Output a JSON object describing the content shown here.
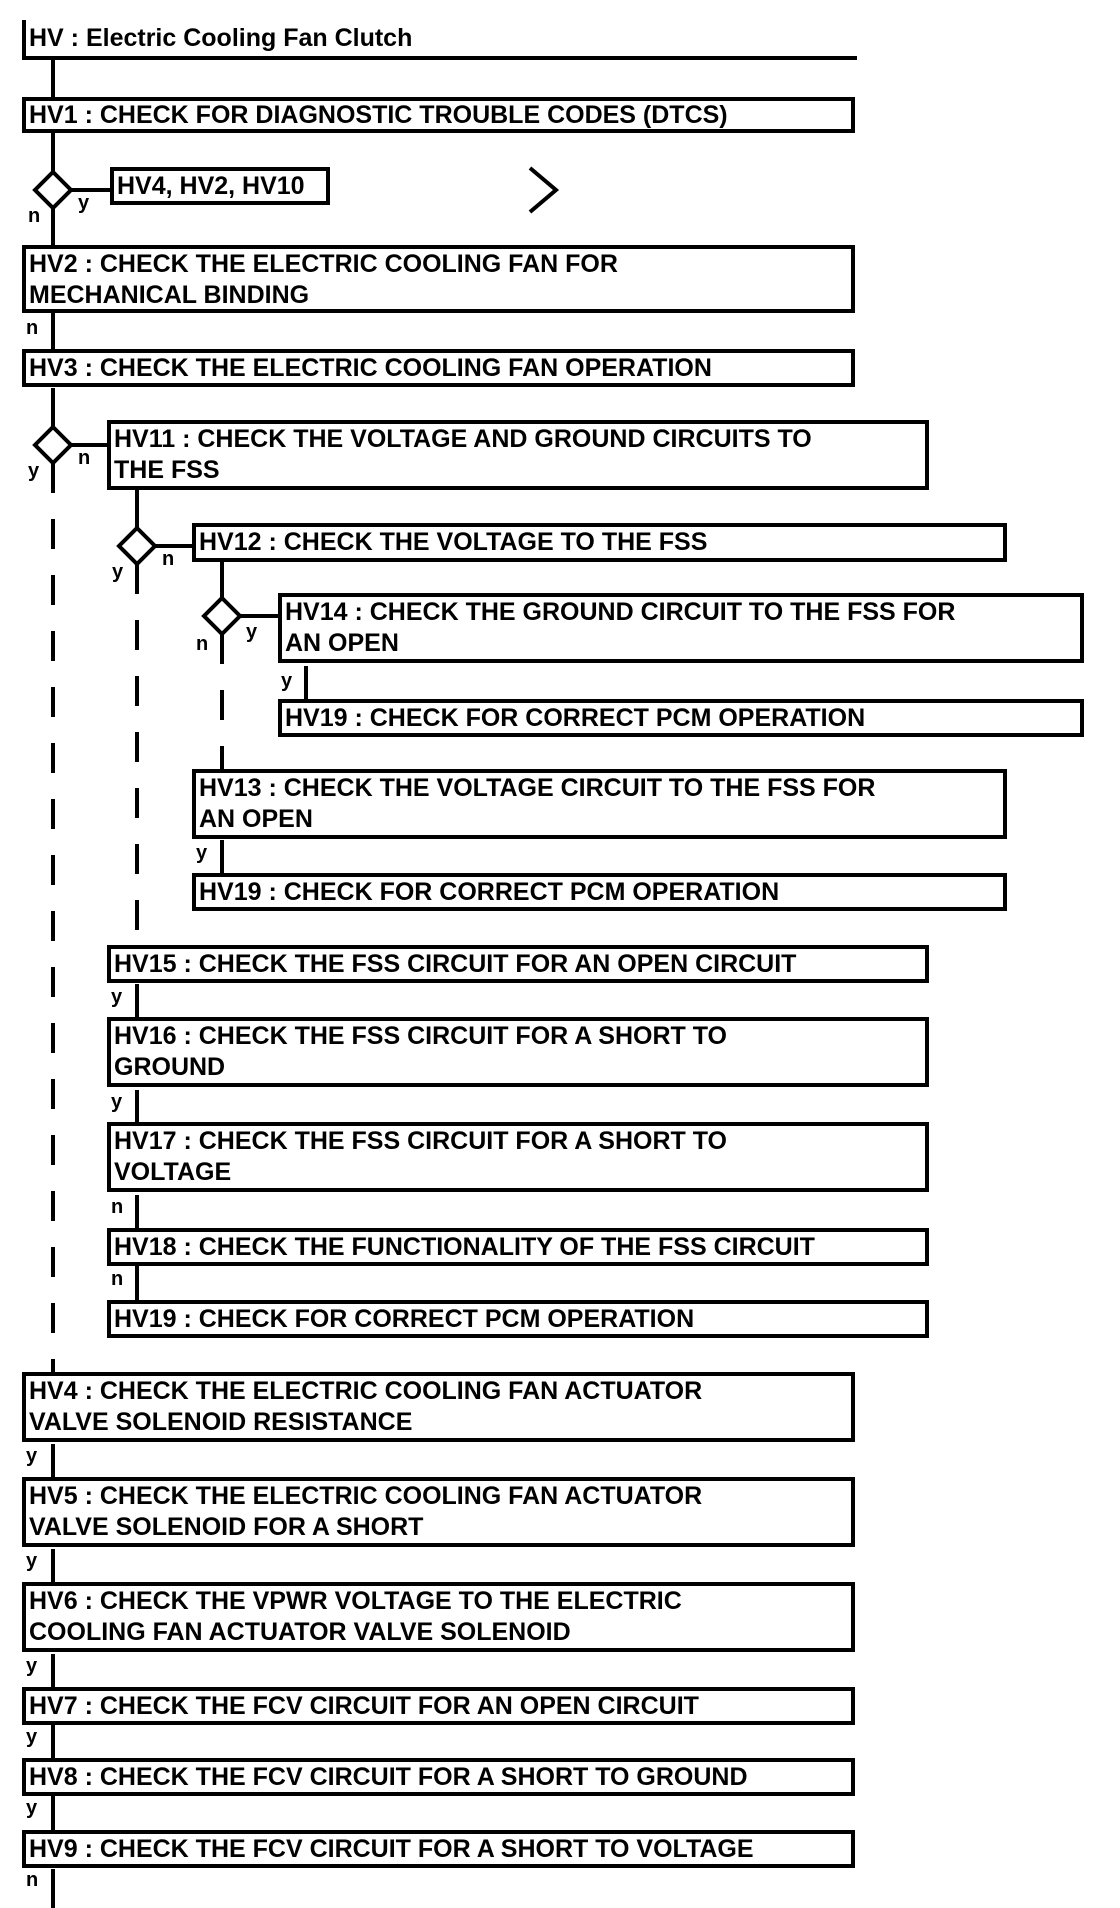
{
  "title": "HV : Electric Cooling Fan Clutch",
  "steps": {
    "hv1": "HV1 : CHECK FOR DIAGNOSTIC TROUBLE CODES (DTCS)",
    "hv1_goto": "HV4, HV2, HV10",
    "hv2": "HV2 : CHECK THE ELECTRIC COOLING FAN FOR\nMECHANICAL BINDING",
    "hv3": "HV3 : CHECK THE ELECTRIC COOLING FAN OPERATION",
    "hv11": "HV11 : CHECK THE VOLTAGE AND GROUND CIRCUITS TO\nTHE FSS",
    "hv12": "HV12 : CHECK THE VOLTAGE TO THE FSS",
    "hv14": "HV14 : CHECK THE GROUND CIRCUIT TO THE FSS FOR\nAN OPEN",
    "hv19a": "HV19 : CHECK FOR CORRECT PCM OPERATION",
    "hv13": "HV13 : CHECK THE VOLTAGE CIRCUIT TO THE FSS FOR\nAN OPEN",
    "hv19b": "HV19 : CHECK FOR CORRECT PCM OPERATION",
    "hv15": "HV15 : CHECK THE FSS CIRCUIT FOR AN OPEN CIRCUIT",
    "hv16": "HV16 : CHECK THE FSS CIRCUIT FOR A SHORT TO\nGROUND",
    "hv17": "HV17 : CHECK THE FSS CIRCUIT FOR A SHORT TO\nVOLTAGE",
    "hv18": "HV18 : CHECK THE FUNCTIONALITY OF THE FSS CIRCUIT",
    "hv19c": "HV19 : CHECK FOR CORRECT PCM OPERATION",
    "hv4": "HV4 : CHECK THE ELECTRIC COOLING FAN ACTUATOR\nVALVE SOLENOID RESISTANCE",
    "hv5": "HV5 : CHECK THE ELECTRIC COOLING FAN ACTUATOR\nVALVE SOLENOID FOR A SHORT",
    "hv6": "HV6 : CHECK THE VPWR VOLTAGE TO THE ELECTRIC\nCOOLING FAN ACTUATOR VALVE SOLENOID",
    "hv7": "HV7 : CHECK THE FCV CIRCUIT FOR AN OPEN CIRCUIT",
    "hv8": "HV8 : CHECK THE FCV CIRCUIT FOR A SHORT TO GROUND",
    "hv9": "HV9 : CHECK THE FCV CIRCUIT FOR A SHORT TO VOLTAGE"
  },
  "labels": {
    "y": "y",
    "n": "n"
  }
}
